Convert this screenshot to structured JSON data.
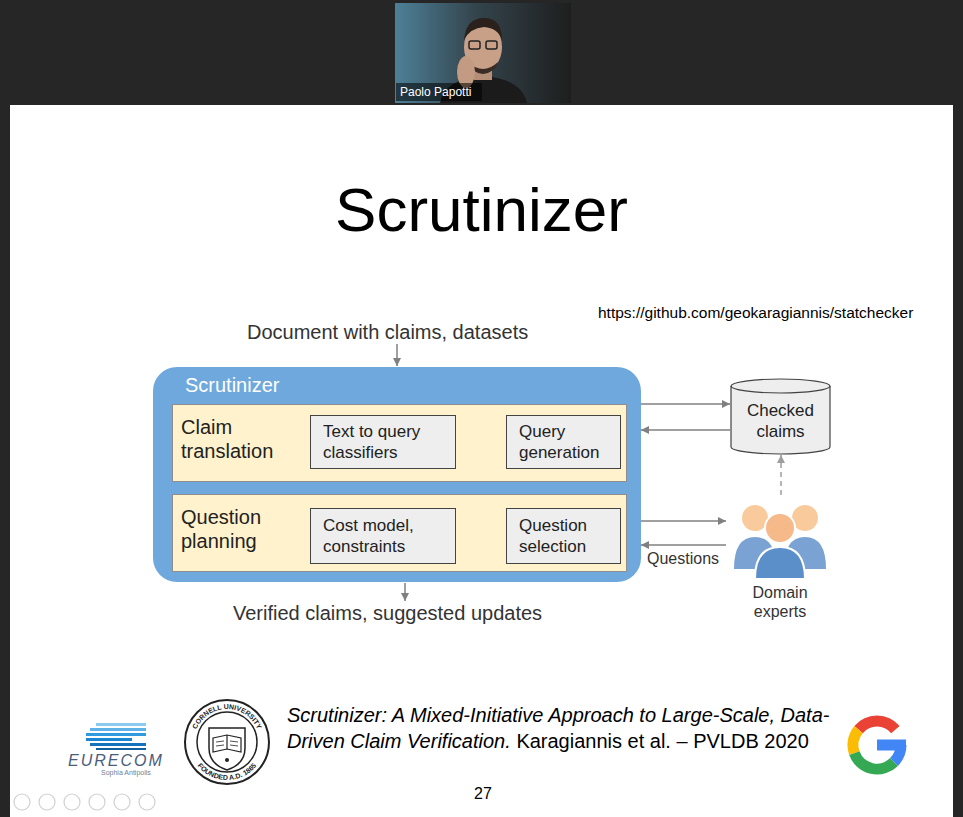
{
  "diagram": {
    "title": "Scrutinizer",
    "nodes": [
      {
        "text": [
          "Scrutinizer"
        ]
      },
      {
        "text": [
          "Claim translation"
        ],
        "in": 0
      },
      {
        "text": [
          "Text to query classifiers"
        ],
        "in": 1
      },
      {
        "text": [
          "Query generation"
        ],
        "in": 1
      },
      {
        "text": [
          "Question planning"
        ],
        "in": 0
      },
      {
        "text": [
          "Cost model, constraints"
        ],
        "in": 4
      },
      {
        "text": [
          "Question selection"
        ],
        "in": 4
      },
      {
        "text": [
          "Checked claims"
        ]
      },
      {
        "text": [
          "Domain experts"
        ]
      }
    ],
    "edges": [
      {
        "from": 0,
        "to": 7,
        "arrow": "to"
      },
      {
        "from": 7,
        "to": 0,
        "arrow": "to"
      },
      {
        "from": 0,
        "to": 8,
        "arrow": "to"
      },
      {
        "from": 8,
        "to": 0,
        "arrow": "to",
        "label": "Questions"
      },
      {
        "from": 8,
        "to": 7,
        "arrow": "to"
      },
      {
        "from": 2,
        "to": 3,
        "arrow": "to"
      },
      {
        "from": 2,
        "to": 6,
        "arrow": "to"
      },
      {
        "from": 5,
        "to": 6,
        "arrow": "to"
      },
      {
        "from": 3,
        "to": 6,
        "arrow": "both"
      }
    ],
    "labels": [
      "Paolo Papotti",
      "https://github.com/geokaragiannis/statchecker",
      "Document with claims, datasets",
      "Verified claims, suggested updates",
      "EURECOM",
      "Sophia Antipolis",
      "CORNELL UNIVERSITY",
      "FOUNDED A.D. 1865",
      "Scrutinizer: A Mixed-Initiative Approach to Large-Scale, Data-Driven Claim Verification.",
      "Karagiannis et al. – PVLDB 2020",
      "27"
    ]
  }
}
